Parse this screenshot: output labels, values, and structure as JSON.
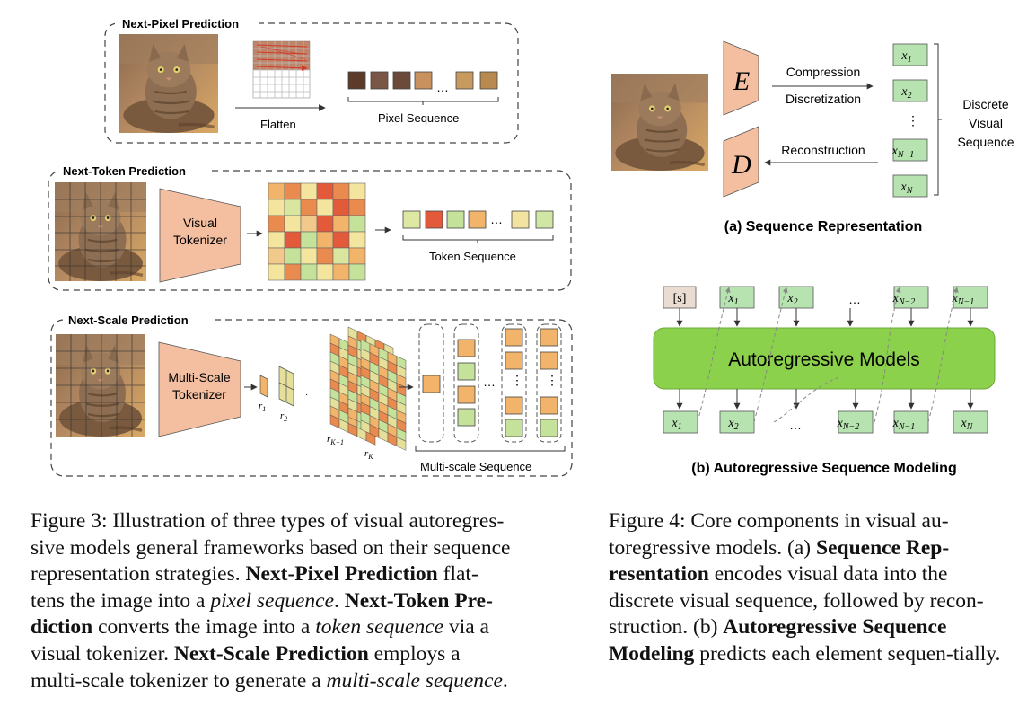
{
  "fig3": {
    "panels": {
      "pixel": "Next-Pixel Prediction",
      "token": "Next-Token Prediction",
      "scale": "Next-Scale Prediction"
    },
    "flatten_label": "Flatten",
    "pixel_sequence_label": "Pixel Sequence",
    "visual_tokenizer_line1": "Visual",
    "visual_tokenizer_line2": "Tokenizer",
    "token_sequence_label": "Token Sequence",
    "multiscale_tokenizer_line1": "Multi-Scale",
    "multiscale_tokenizer_line2": "Tokenizer",
    "multiscale_sequence_label": "Multi-scale Sequence",
    "ellipsis": "…",
    "vdots": "⋮",
    "scale_labels": {
      "r1": "r",
      "r1_sub": "1",
      "r2": "r",
      "r2_sub": "2",
      "rk1": "r",
      "rk1_sub": "K−1",
      "rk": "r",
      "rk_sub": "K"
    },
    "pixel_colors": [
      "#5c3b2b",
      "#7a5646",
      "#6b4a3a",
      "#c8915e",
      "#c79a5f",
      "#b88a4f"
    ],
    "token_colors": [
      "#dfe8a3",
      "#e35a3a",
      "#c5e29a",
      "#f2b46a",
      "#f3e3a0",
      "#cfe6a4"
    ]
  },
  "fig4": {
    "encoder": "E",
    "decoder": "D",
    "compression": "Compression",
    "discretization": "Discretization",
    "reconstruction": "Reconstruction",
    "discrete_line1": "Discrete",
    "discrete_line2": "Visual",
    "discrete_line3": "Sequence",
    "tokens": [
      "x",
      "x",
      "x",
      "x"
    ],
    "token_subs": [
      "1",
      "2",
      "N−1",
      "N"
    ],
    "caption_a": "(a) Sequence Representation",
    "start_token": "[s]",
    "ar_model": "Autoregressive Models",
    "top_subs": [
      "1",
      "2",
      "N−2",
      "N−1"
    ],
    "bottom_subs": [
      "1",
      "2",
      "N−2",
      "N−1",
      "N"
    ],
    "caption_b": "(b) Autoregressive Sequence Modeling",
    "token_fill": "#b6e3b0",
    "model_fill": "#8cd14b",
    "encoder_fill": "#f4bfa1"
  },
  "captions": {
    "fig3": [
      {
        "t": "Figure 3: Illustration of three types of visual autoregres-",
        "s": "n"
      },
      {
        "t": "sive models general frameworks based on their sequence",
        "s": "n"
      },
      {
        "t": "representation strategies. ",
        "s": "n"
      },
      {
        "t": "Next-Pixel Prediction",
        "s": "b"
      },
      {
        "t": " flat-",
        "s": "n"
      },
      {
        "t": "tens the image into a ",
        "s": "n"
      },
      {
        "t": "pixel sequence",
        "s": "i"
      },
      {
        "t": ". ",
        "s": "n"
      },
      {
        "t": "Next-Token Pre-",
        "s": "b"
      },
      {
        "t": "diction",
        "s": "b"
      },
      {
        "t": " converts the image into a ",
        "s": "n"
      },
      {
        "t": "token sequence",
        "s": "i"
      },
      {
        "t": " via a",
        "s": "n"
      },
      {
        "t": "visual tokenizer. ",
        "s": "n"
      },
      {
        "t": "Next-Scale Prediction",
        "s": "b"
      },
      {
        "t": " employs a",
        "s": "n"
      },
      {
        "t": "multi-scale tokenizer to generate a ",
        "s": "n"
      },
      {
        "t": "multi-scale sequence",
        "s": "i"
      },
      {
        "t": ".",
        "s": "n"
      }
    ],
    "fig4": [
      {
        "t": "Figure 4: Core components in visual au-",
        "s": "n"
      },
      {
        "t": "toregressive models. (a) ",
        "s": "n"
      },
      {
        "t": "Sequence Rep-",
        "s": "b"
      },
      {
        "t": "resentation",
        "s": "b"
      },
      {
        "t": " encodes visual data into the",
        "s": "n"
      },
      {
        "t": "discrete visual sequence, followed by recon-",
        "s": "n"
      },
      {
        "t": "struction. (b) ",
        "s": "n"
      },
      {
        "t": "Autoregressive Sequence",
        "s": "b"
      },
      {
        "t": "Modeling",
        "s": "b"
      },
      {
        "t": " predicts each element sequen-",
        "s": "n"
      },
      {
        "t": "tially.",
        "s": "n"
      }
    ]
  }
}
